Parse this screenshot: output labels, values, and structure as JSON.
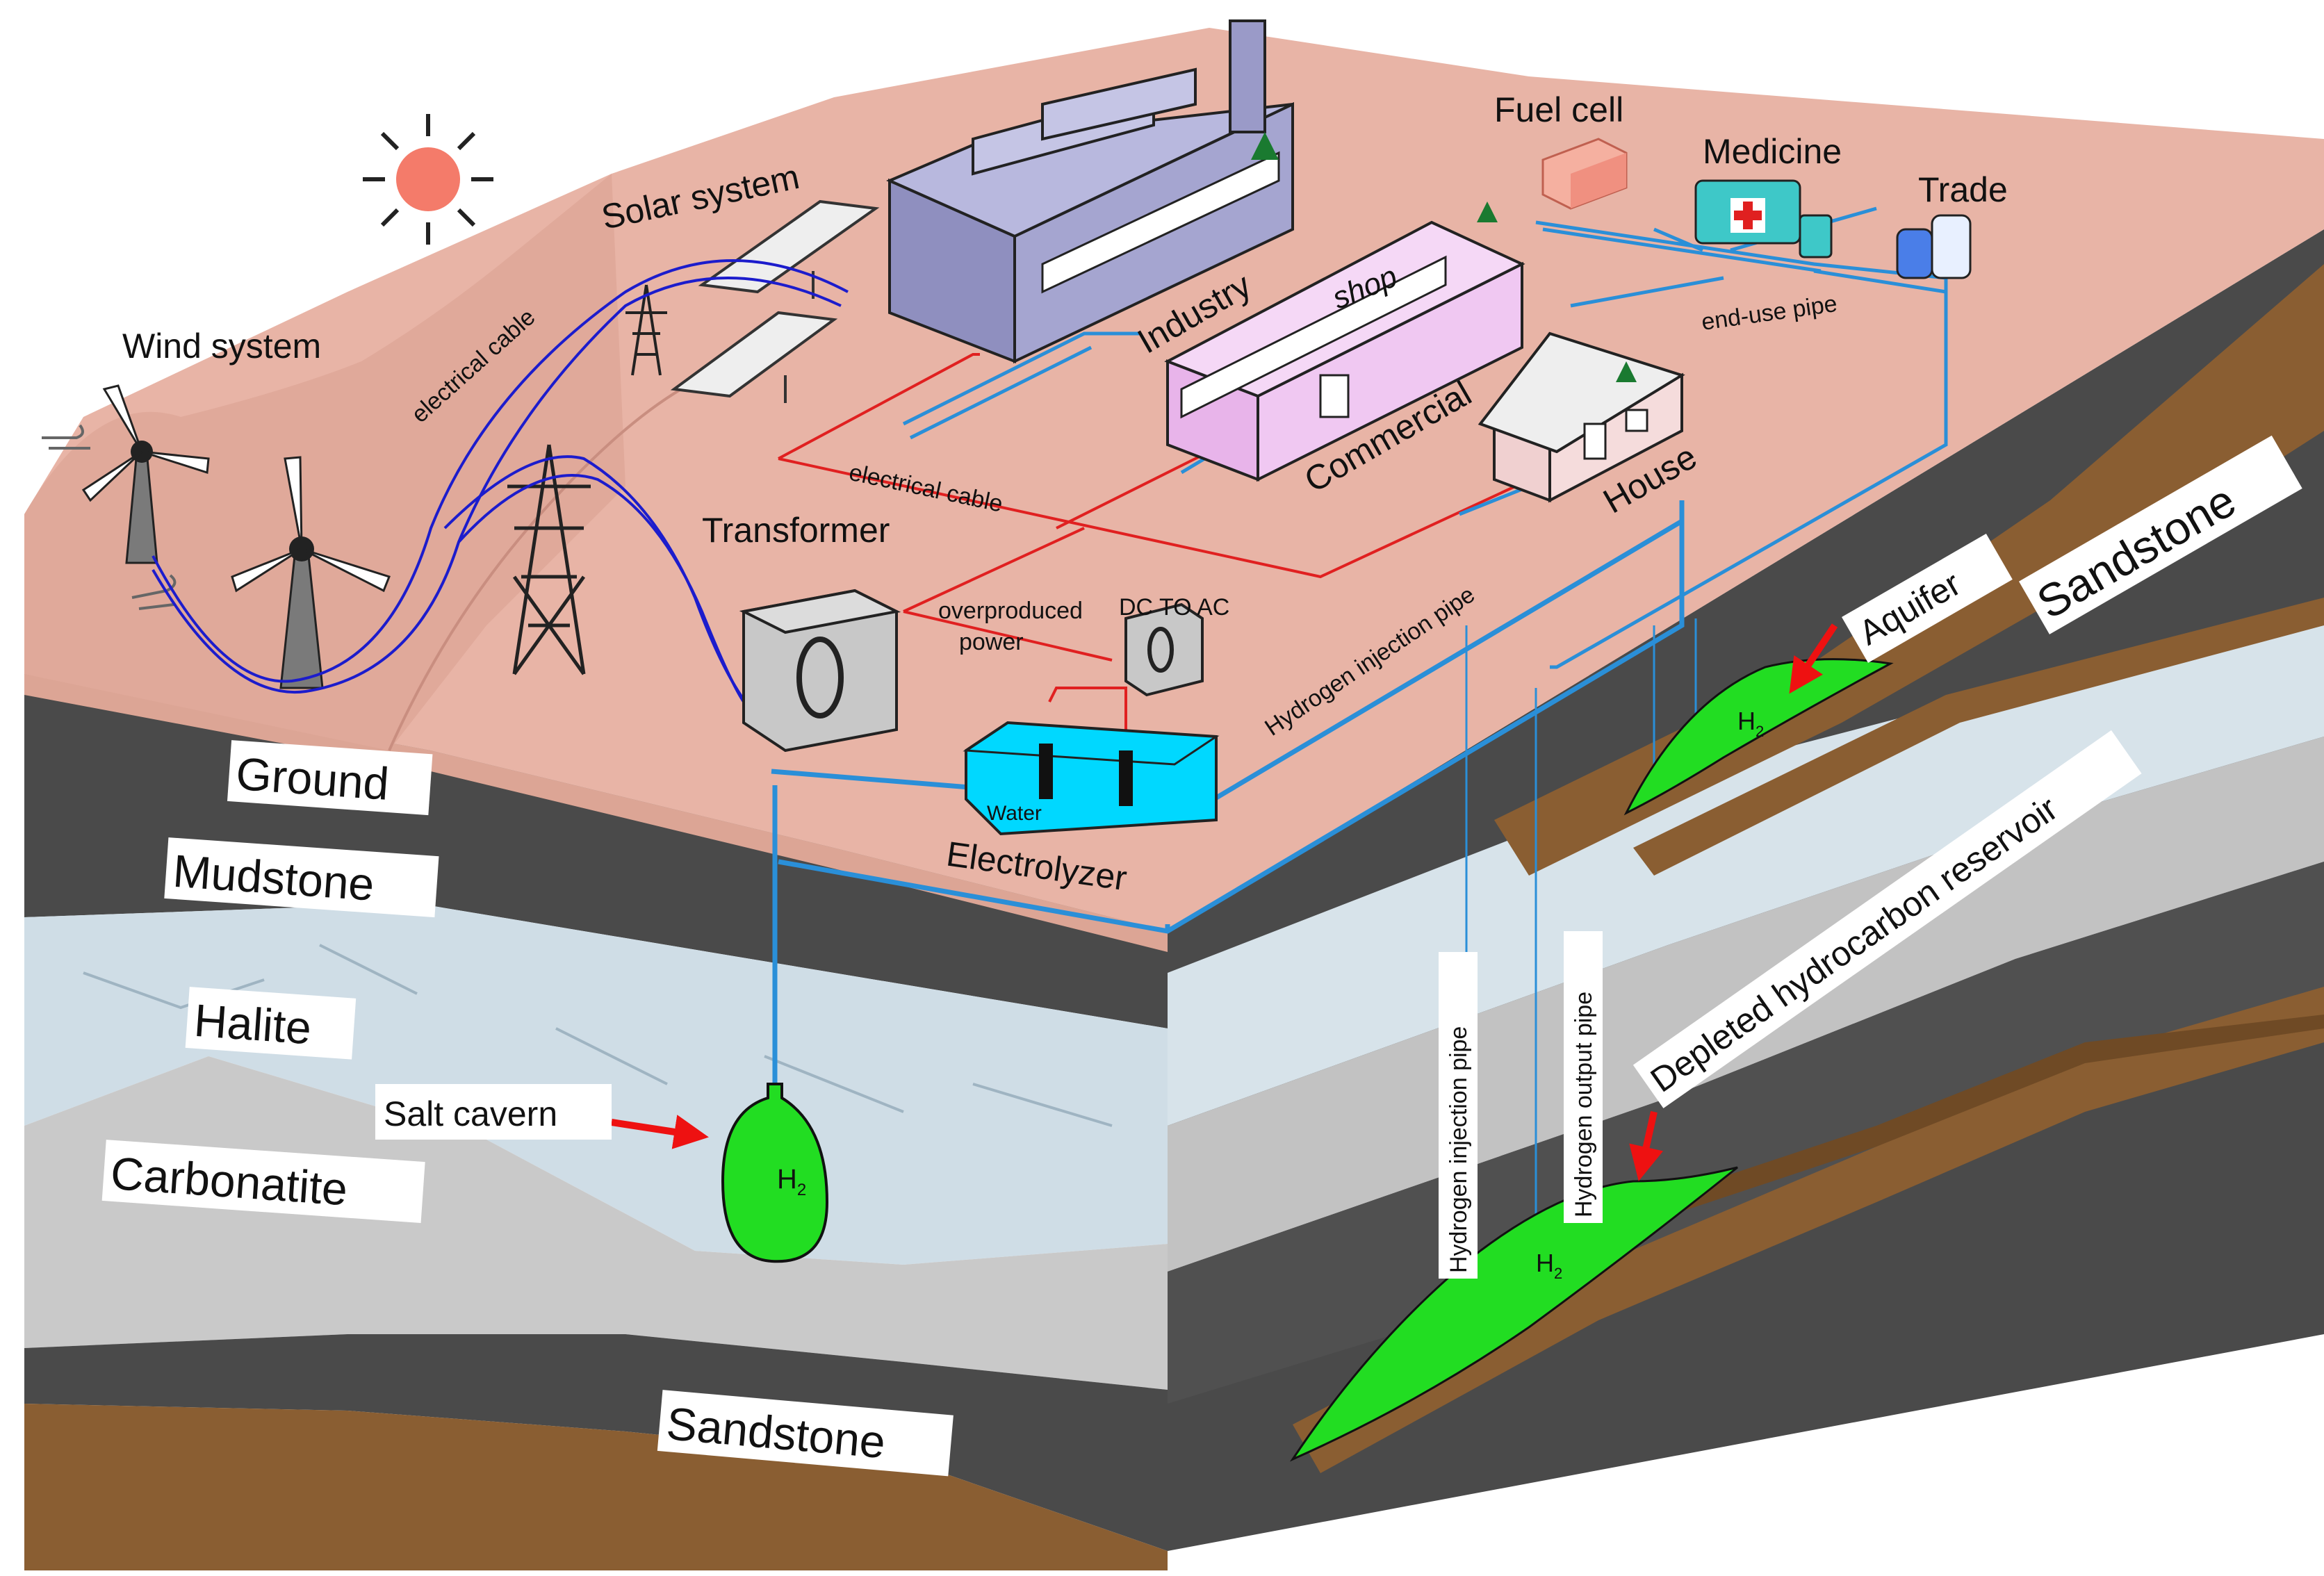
{
  "energy_sources": {
    "wind": "Wind system",
    "solar": "Solar system",
    "cable_source": "electrical cable"
  },
  "end_users": {
    "industry": "Industry",
    "shop_sign": "shop",
    "commercial": "Commercial",
    "house": "House",
    "fuel_cell": "Fuel cell",
    "medicine": "Medicine",
    "trade": "Trade",
    "end_use_pipe": "end-use pipe",
    "cable_main": "electrical cable"
  },
  "conversion": {
    "transformer": "Transformer",
    "dc_to_ac": "DC TO AC",
    "overproduced_1": "overproduced",
    "overproduced_2": "power",
    "electrolyzer": "Electrolyzer",
    "water": "Water",
    "injection_surface": "Hydrogen injection pipe"
  },
  "strata": {
    "ground": "Ground",
    "mudstone": "Mudstone",
    "halite": "Halite",
    "carbonatite": "Carbonatite",
    "sandstone_bottom": "Sandstone",
    "sandstone_side": "Sandstone"
  },
  "storage": {
    "salt_cavern": "Salt cavern",
    "aquifer": "Aquifer",
    "depleted_reservoir": "Depleted hydrocarbon reservoir",
    "injection_pipe": "Hydrogen injection pipe",
    "output_pipe": "Hydrogen output pipe",
    "h2": "H",
    "h2_sub": "2"
  },
  "colors": {
    "ground_surface": "#e8b4a6",
    "mudstone": "#4a4a4a",
    "halite": "#cfdde6",
    "carbonatite": "#c9c9c9",
    "sandstone": "#8a5e32",
    "hydrogen_green": "#22dd22",
    "pipe_blue": "#2a8fd8",
    "cable_red": "#e02020",
    "cable_blue": "#1c1ccc",
    "factory": "#8f8fbf",
    "shop": "#e8b4ea",
    "water": "#00d8ff",
    "arrow_red": "#ee1111"
  },
  "icons": [
    "sun-icon",
    "wind-turbine-icon",
    "wind-gust-icon",
    "solar-panel-icon",
    "pylon-icon",
    "factory-icon",
    "shop-icon",
    "house-icon",
    "fuel-cell-icon",
    "medicine-kit-icon",
    "gas-cylinder-icon",
    "transformer-icon",
    "converter-icon",
    "electrolyzer-icon",
    "tree-icon"
  ]
}
